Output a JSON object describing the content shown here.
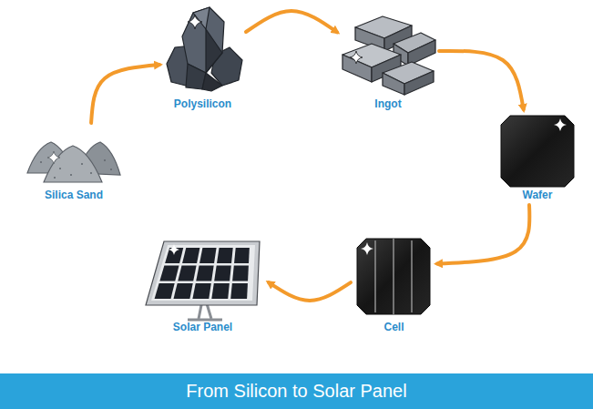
{
  "diagram": {
    "title": "From Silicon to Solar Panel",
    "nodes": [
      {
        "text": [
          "Silica Sand"
        ]
      },
      {
        "text": [
          "Polysilicon"
        ]
      },
      {
        "text": [
          "Ingot"
        ]
      },
      {
        "text": [
          "Wafer"
        ]
      },
      {
        "text": [
          "Cell"
        ]
      },
      {
        "text": [
          "Solar Panel"
        ]
      }
    ],
    "edges": [
      {
        "from": 0,
        "to": 1,
        "arrow": "to"
      },
      {
        "from": 1,
        "to": 2,
        "arrow": "to"
      },
      {
        "from": 2,
        "to": 3,
        "arrow": "to"
      },
      {
        "from": 3,
        "to": 4,
        "arrow": "to"
      },
      {
        "from": 4,
        "to": 5,
        "arrow": "to"
      }
    ]
  }
}
